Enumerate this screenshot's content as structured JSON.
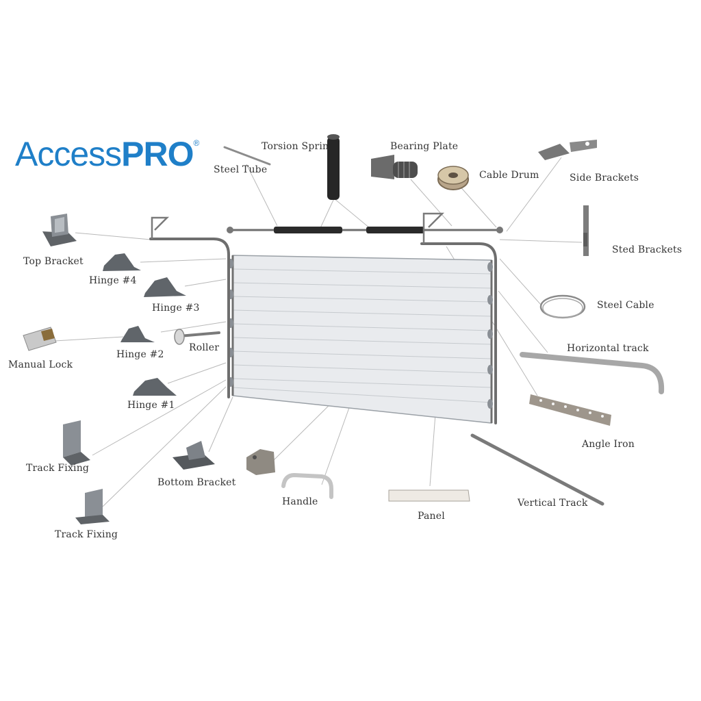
{
  "brand": {
    "name_prefix": "Access",
    "name_suffix": "PRO",
    "registered_mark": "®",
    "color": "#1f7fc8"
  },
  "parts": {
    "steel_tube": "Steel Tube",
    "torsion_spring": "Torsion Sprin",
    "bearing_plate": "Bearing Plate",
    "cable_drum": "Cable Drum",
    "side_brackets": "Side Brackets",
    "top_bracket": "Top Bracket",
    "hinge_4": "Hinge #4",
    "hinge_3": "Hinge #3",
    "hinge_2": "Hinge #2",
    "hinge_1": "Hinge #1",
    "roller": "Roller",
    "manual_lock": "Manual Lock",
    "steel_brackets": "Sted Brackets",
    "steel_cable": "Steel Cable",
    "horizontal_track": "Horizontal track",
    "angle_iron": "Angle Iron",
    "vertical_track": "Vertical Track",
    "track_fixing_1": "Track Fixing",
    "track_fixing_2": "Track Fixing",
    "bottom_bracket": "Bottom Bracket",
    "handle": "Handle",
    "panel": "Panel"
  }
}
